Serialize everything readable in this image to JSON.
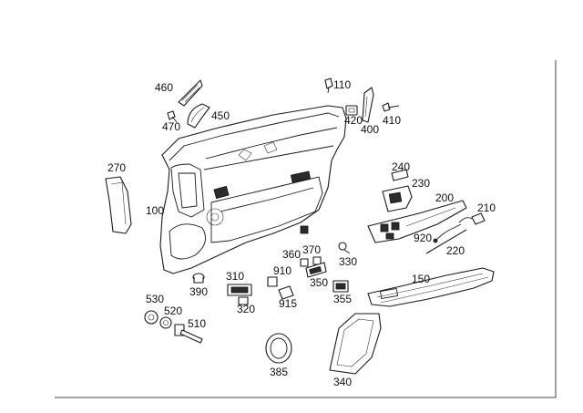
{
  "labels": {
    "p460": "460",
    "p470": "470",
    "p450": "450",
    "p110": "110",
    "p420": "420",
    "p400": "400",
    "p410": "410",
    "p270": "270",
    "p100": "100",
    "p240": "240",
    "p230": "230",
    "p200": "200",
    "p210": "210",
    "p920": "920",
    "p220": "220",
    "p360": "360",
    "p370": "370",
    "p330": "330",
    "p910": "910",
    "p310": "310",
    "p390": "390",
    "p350": "350",
    "p355": "355",
    "p150": "150",
    "p320": "320",
    "p915": "915",
    "p530": "530",
    "p520": "520",
    "p510": "510",
    "p385": "385",
    "p340": "340"
  }
}
